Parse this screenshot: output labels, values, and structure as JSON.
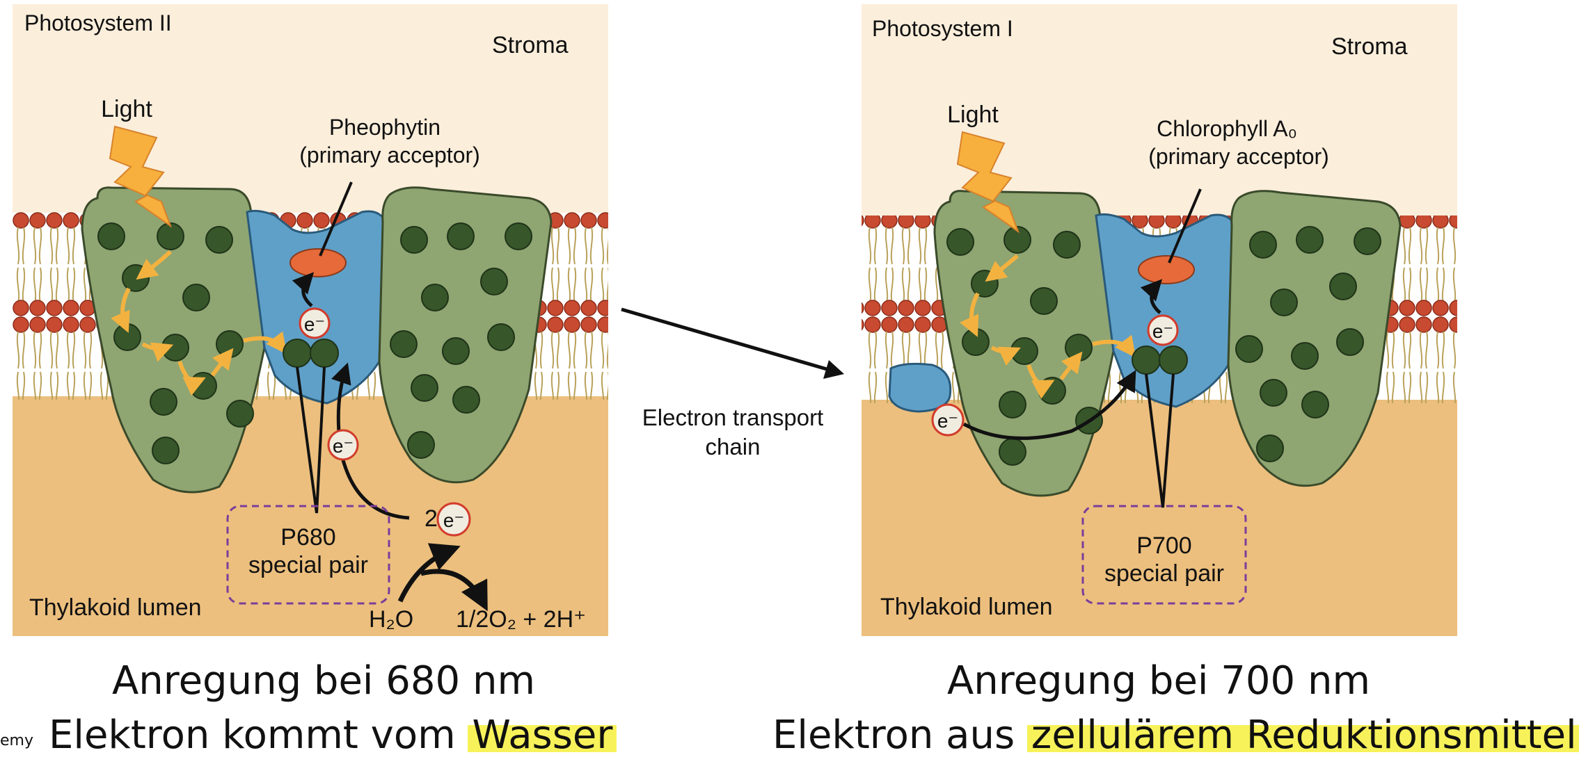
{
  "panel_left": {
    "title": "Photosystem II",
    "stroma": "Stroma",
    "light": "Light",
    "acceptor_line1": "Pheophytin",
    "acceptor_line2": "(primary acceptor)",
    "electron": "e⁻",
    "special_pair_line1": "P680",
    "special_pair_line2": "special pair",
    "lumen": "Thylakoid lumen",
    "two_prefix": "2",
    "water": "H₂O",
    "products": "1/2O₂ + 2H⁺"
  },
  "panel_right": {
    "title": "Photosystem I",
    "stroma": "Stroma",
    "light": "Light",
    "acceptor_line1": "Chlorophyll A₀",
    "acceptor_line2": "(primary acceptor)",
    "electron": "e⁻",
    "special_pair_line1": "P700",
    "special_pair_line2": "special pair",
    "lumen": "Thylakoid lumen"
  },
  "transport": {
    "line1": "Electron transport",
    "line2": "chain"
  },
  "captions": {
    "left_line1": "Anregung bei 680 nm",
    "left_line2_plain": "Elektron kommt vom ",
    "left_line2_highlight": "Wasser",
    "right_line1": "Anregung bei 700 nm",
    "right_line2_plain": "Elektron aus ",
    "right_line2_highlight": "zellulärem Reduktionsmittel"
  },
  "credit_fragment": "emy",
  "colors": {
    "stroma_bg": "#fbeedb",
    "lumen_bg": "#ecbf7e",
    "protein_green": "#8fa572",
    "pigment_dark": "#37562a",
    "acceptor_orange": "#e66a3a",
    "reaction_blue": "#5fa0c9",
    "light_yellow": "#f7b03e",
    "special_pair_box": "#7a3d9a",
    "highlight": "#f7f25a"
  }
}
